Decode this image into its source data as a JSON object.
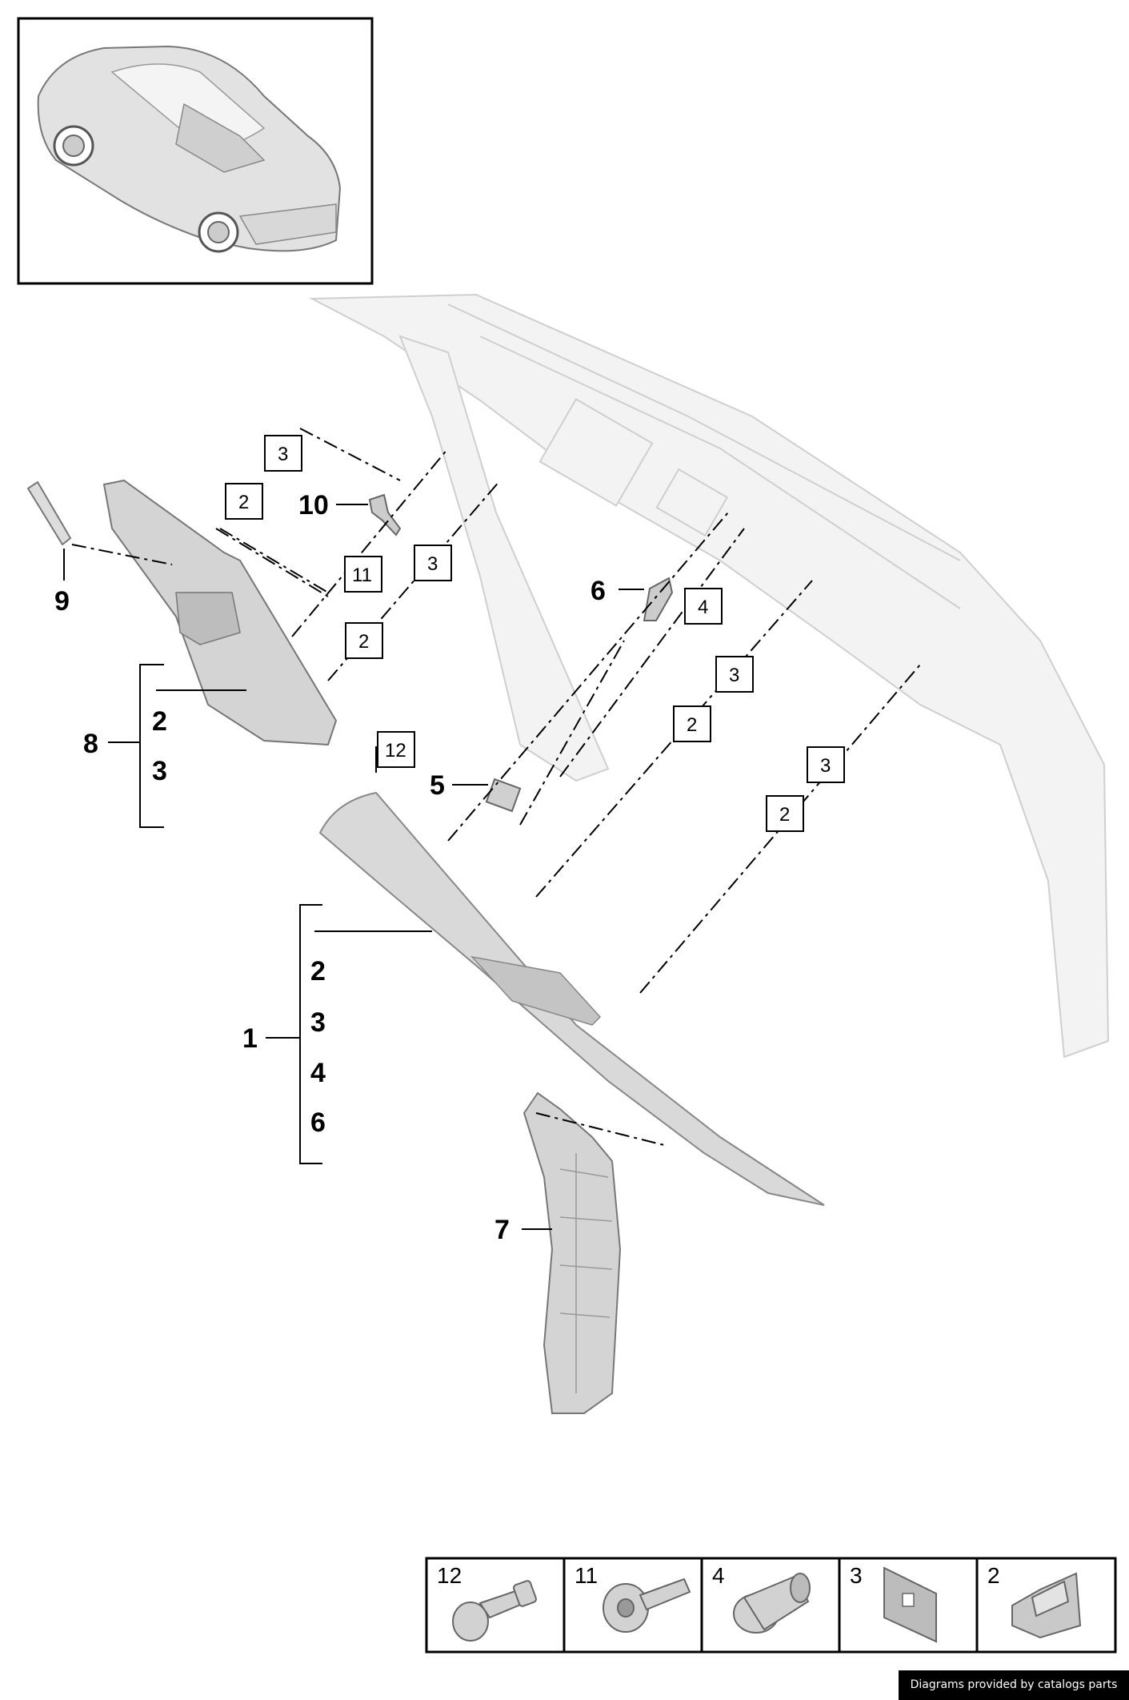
{
  "callouts": {
    "c1": "1",
    "c5": "5",
    "c6": "6",
    "c7": "7",
    "c8": "8",
    "c9": "9",
    "c10": "10"
  },
  "group1": {
    "items": [
      "2",
      "3",
      "4",
      "6"
    ]
  },
  "group8": {
    "items": [
      "2",
      "3"
    ]
  },
  "boxes": {
    "b_3a": "3",
    "b_2a": "2",
    "b_11": "11",
    "b_3b": "3",
    "b_2b": "2",
    "b_4": "4",
    "b_3c": "3",
    "b_2c": "2",
    "b_12": "12",
    "b_3d": "3",
    "b_2d": "2"
  },
  "legend": [
    "12",
    "11",
    "4",
    "3",
    "2"
  ],
  "footer": {
    "credit": "Diagrams provided by catalogs parts"
  }
}
